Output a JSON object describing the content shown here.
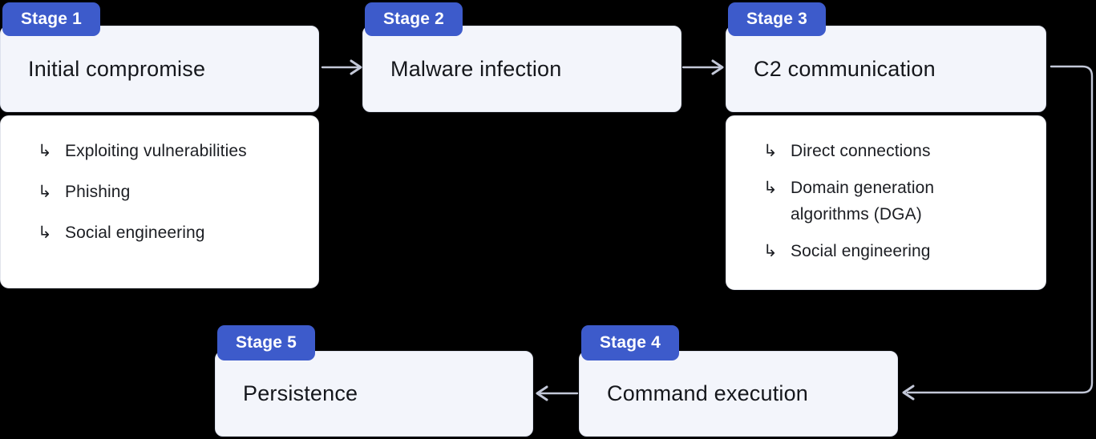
{
  "diagram": {
    "type": "flowchart",
    "background": "#000000",
    "badge_color": "#3D5BCB",
    "card_color": "#F3F5FB",
    "panel_color": "#FFFFFF",
    "arrow_color": "#C3C8D8",
    "list_marker": "↳",
    "stages": [
      {
        "badge": "Stage 1",
        "title": "Initial compromise",
        "items": [
          "Exploiting vulnerabilities",
          "Phishing",
          "Social engineering"
        ]
      },
      {
        "badge": "Stage 2",
        "title": "Malware infection",
        "items": []
      },
      {
        "badge": "Stage 3",
        "title": "C2 communication",
        "items": [
          "Direct connections",
          "Domain generation algorithms (DGA)",
          "Social engineering"
        ]
      },
      {
        "badge": "Stage 4",
        "title": "Command execution",
        "items": []
      },
      {
        "badge": "Stage 5",
        "title": "Persistence",
        "items": []
      }
    ],
    "flow": [
      "Stage 1 → Stage 2",
      "Stage 2 → Stage 3",
      "Stage 3 → Stage 4",
      "Stage 4 → Stage 5"
    ]
  }
}
